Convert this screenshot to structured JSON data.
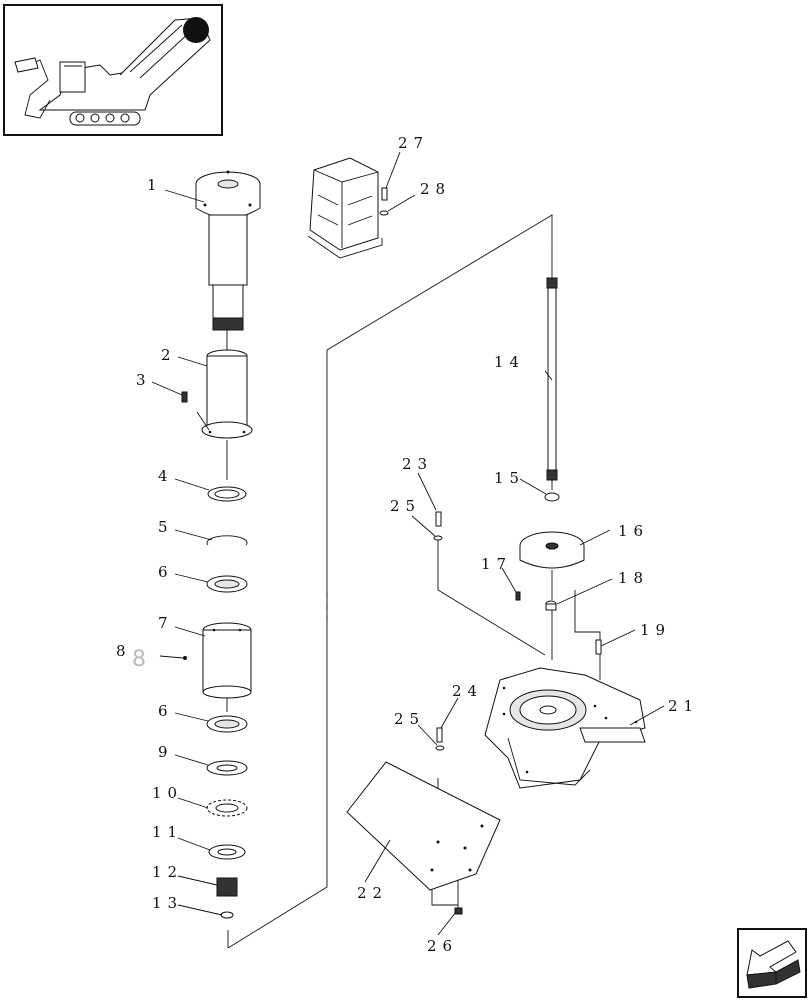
{
  "callouts": [
    {
      "id": "1",
      "text": "1"
    },
    {
      "id": "2",
      "text": "2"
    },
    {
      "id": "3",
      "text": "3"
    },
    {
      "id": "4",
      "text": "4"
    },
    {
      "id": "5",
      "text": "5"
    },
    {
      "id": "6a",
      "text": "6"
    },
    {
      "id": "7",
      "text": "7"
    },
    {
      "id": "8",
      "text": "8"
    },
    {
      "id": "8b",
      "text": "8"
    },
    {
      "id": "6b",
      "text": "6"
    },
    {
      "id": "9",
      "text": "9"
    },
    {
      "id": "10",
      "text": "10"
    },
    {
      "id": "11",
      "text": "11"
    },
    {
      "id": "12",
      "text": "12"
    },
    {
      "id": "13",
      "text": "13"
    },
    {
      "id": "14",
      "text": "14"
    },
    {
      "id": "15",
      "text": "15"
    },
    {
      "id": "16",
      "text": "16"
    },
    {
      "id": "17",
      "text": "17"
    },
    {
      "id": "18",
      "text": "18"
    },
    {
      "id": "19",
      "text": "19"
    },
    {
      "id": "21",
      "text": "21"
    },
    {
      "id": "22",
      "text": "22"
    },
    {
      "id": "23",
      "text": "23"
    },
    {
      "id": "24",
      "text": "24"
    },
    {
      "id": "25a",
      "text": "25"
    },
    {
      "id": "25b",
      "text": "25"
    },
    {
      "id": "26",
      "text": "26"
    },
    {
      "id": "27",
      "text": "27"
    },
    {
      "id": "28",
      "text": "28"
    }
  ],
  "icons": {
    "thumbnail": "harvester-locator-icon",
    "nav": "next-page-arrow-icon"
  }
}
